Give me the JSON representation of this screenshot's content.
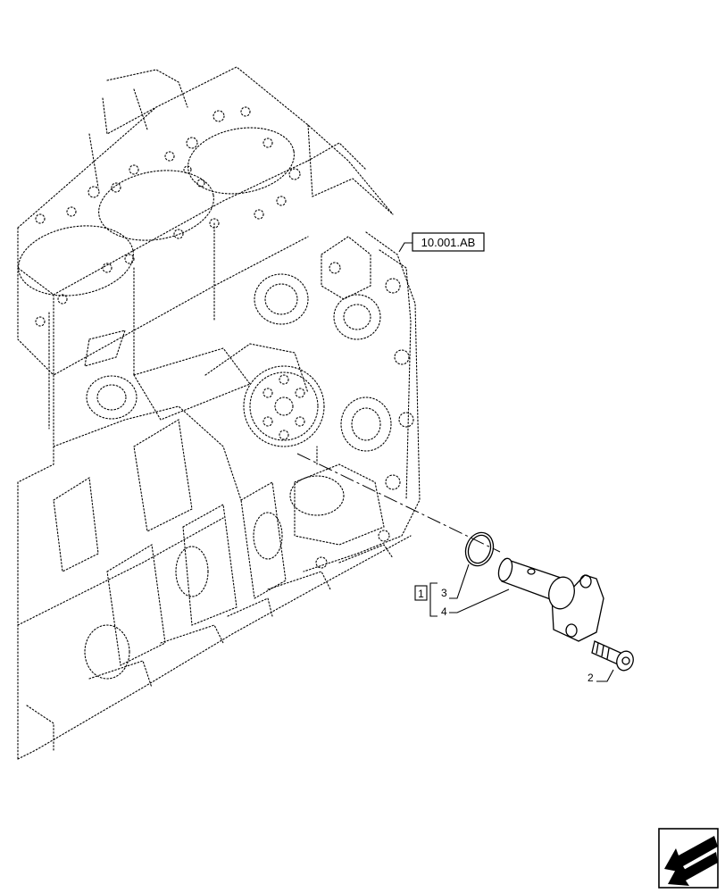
{
  "reference_label": "10.001.AB",
  "kit_index": "1",
  "callouts": {
    "o_ring": "3",
    "pipe": "4",
    "screw": "2"
  },
  "navigation": {
    "icon": "next-page-arrow-icon"
  }
}
